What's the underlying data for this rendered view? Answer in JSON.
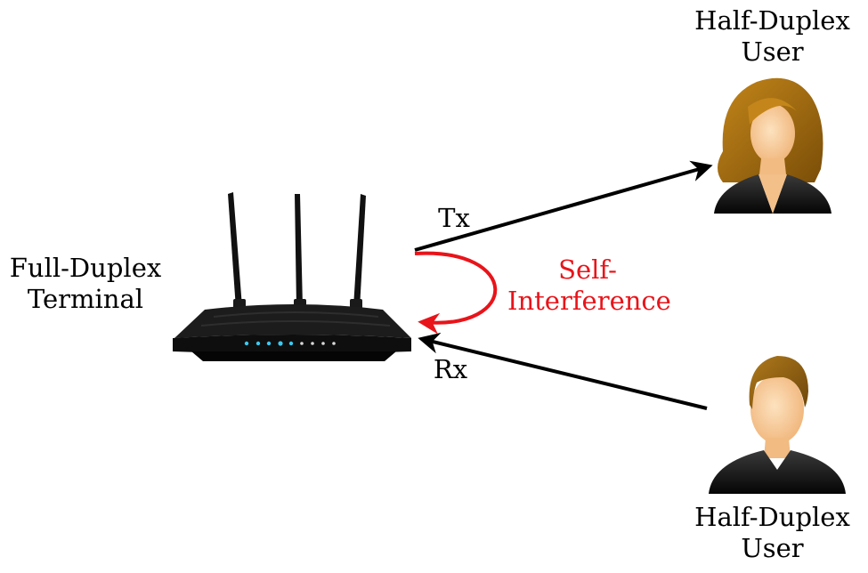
{
  "terminal": {
    "line1": "Full-Duplex",
    "line2": "Terminal"
  },
  "user_top": {
    "line1": "Half-Duplex",
    "line2": "User"
  },
  "user_bottom": {
    "line1": "Half-Duplex",
    "line2": "User"
  },
  "tx_label": "Tx",
  "rx_label": "Rx",
  "self_interference": {
    "line1": "Self-",
    "line2": "Interference"
  },
  "colors": {
    "arrow": "#000000",
    "self_interference": "#e8141a",
    "router_body": "#141414",
    "router_led": "#3cc8f0",
    "hair_female": "#a8700e",
    "hair_male": "#8f5e12",
    "skin": "#f3c08a",
    "shirt": "#141414"
  },
  "icons": [
    "router-icon",
    "female-user-icon",
    "male-user-icon"
  ]
}
